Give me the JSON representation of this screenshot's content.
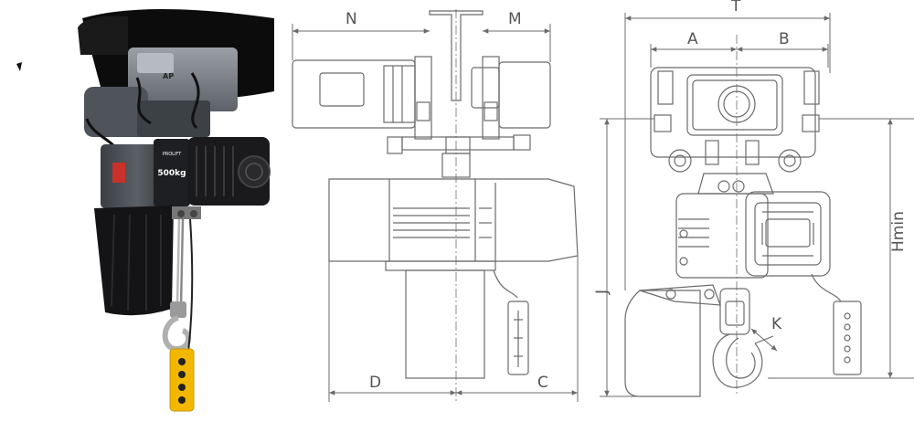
{
  "photo": {
    "capacity_label": "500kg",
    "brand_label": "PROLIFT"
  },
  "labels": {
    "N": "N",
    "M": "M",
    "D": "D",
    "C": "C",
    "J": "J",
    "T": "T",
    "A": "A",
    "B": "B",
    "Hmin": "Hmin",
    "K": "K"
  },
  "colors": {
    "line": "#6b6b6b",
    "body_gray": "#4a4f55",
    "motor_black": "#1c1c1e",
    "pendant_yellow": "#f2b800",
    "chain": "#b8b8b8",
    "trolley_gray": "#7d8288"
  }
}
